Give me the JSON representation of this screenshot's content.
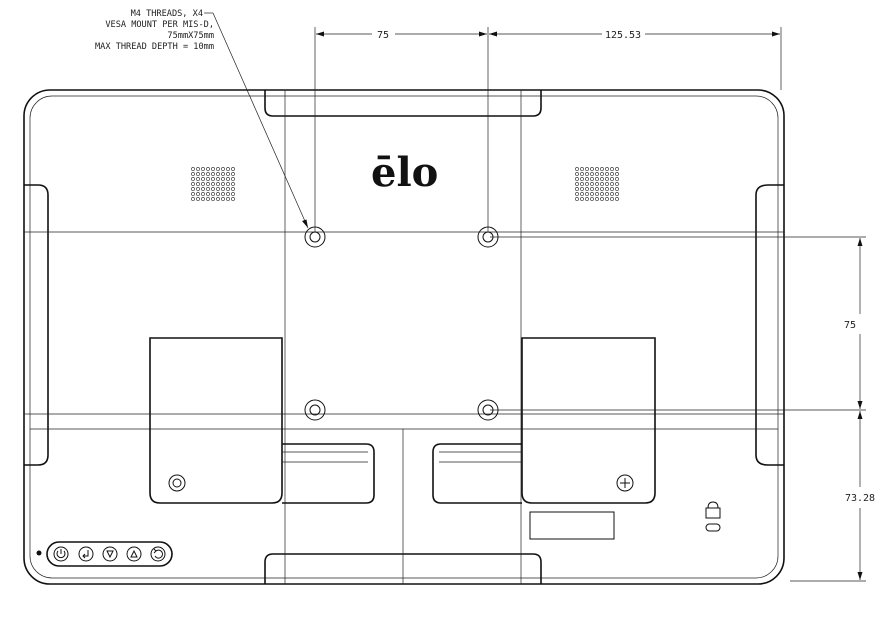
{
  "annotation": {
    "lines": [
      "M4 THREADS, X4",
      "VESA MOUNT PER MIS-D,",
      "75mmX75mm",
      "MAX THREAD DEPTH = 10mm"
    ]
  },
  "dimensions": {
    "top_hole_spacing": "75",
    "top_hole_to_edge": "125.53",
    "right_hole_spacing": "75",
    "right_hole_to_bottom": "73.28"
  },
  "logo": {
    "text": "ēlo"
  },
  "colors": {
    "line": "#111111",
    "background": "#ffffff"
  },
  "control_buttons": [
    "power-icon",
    "enter-icon",
    "down-icon",
    "up-icon",
    "return-icon"
  ]
}
